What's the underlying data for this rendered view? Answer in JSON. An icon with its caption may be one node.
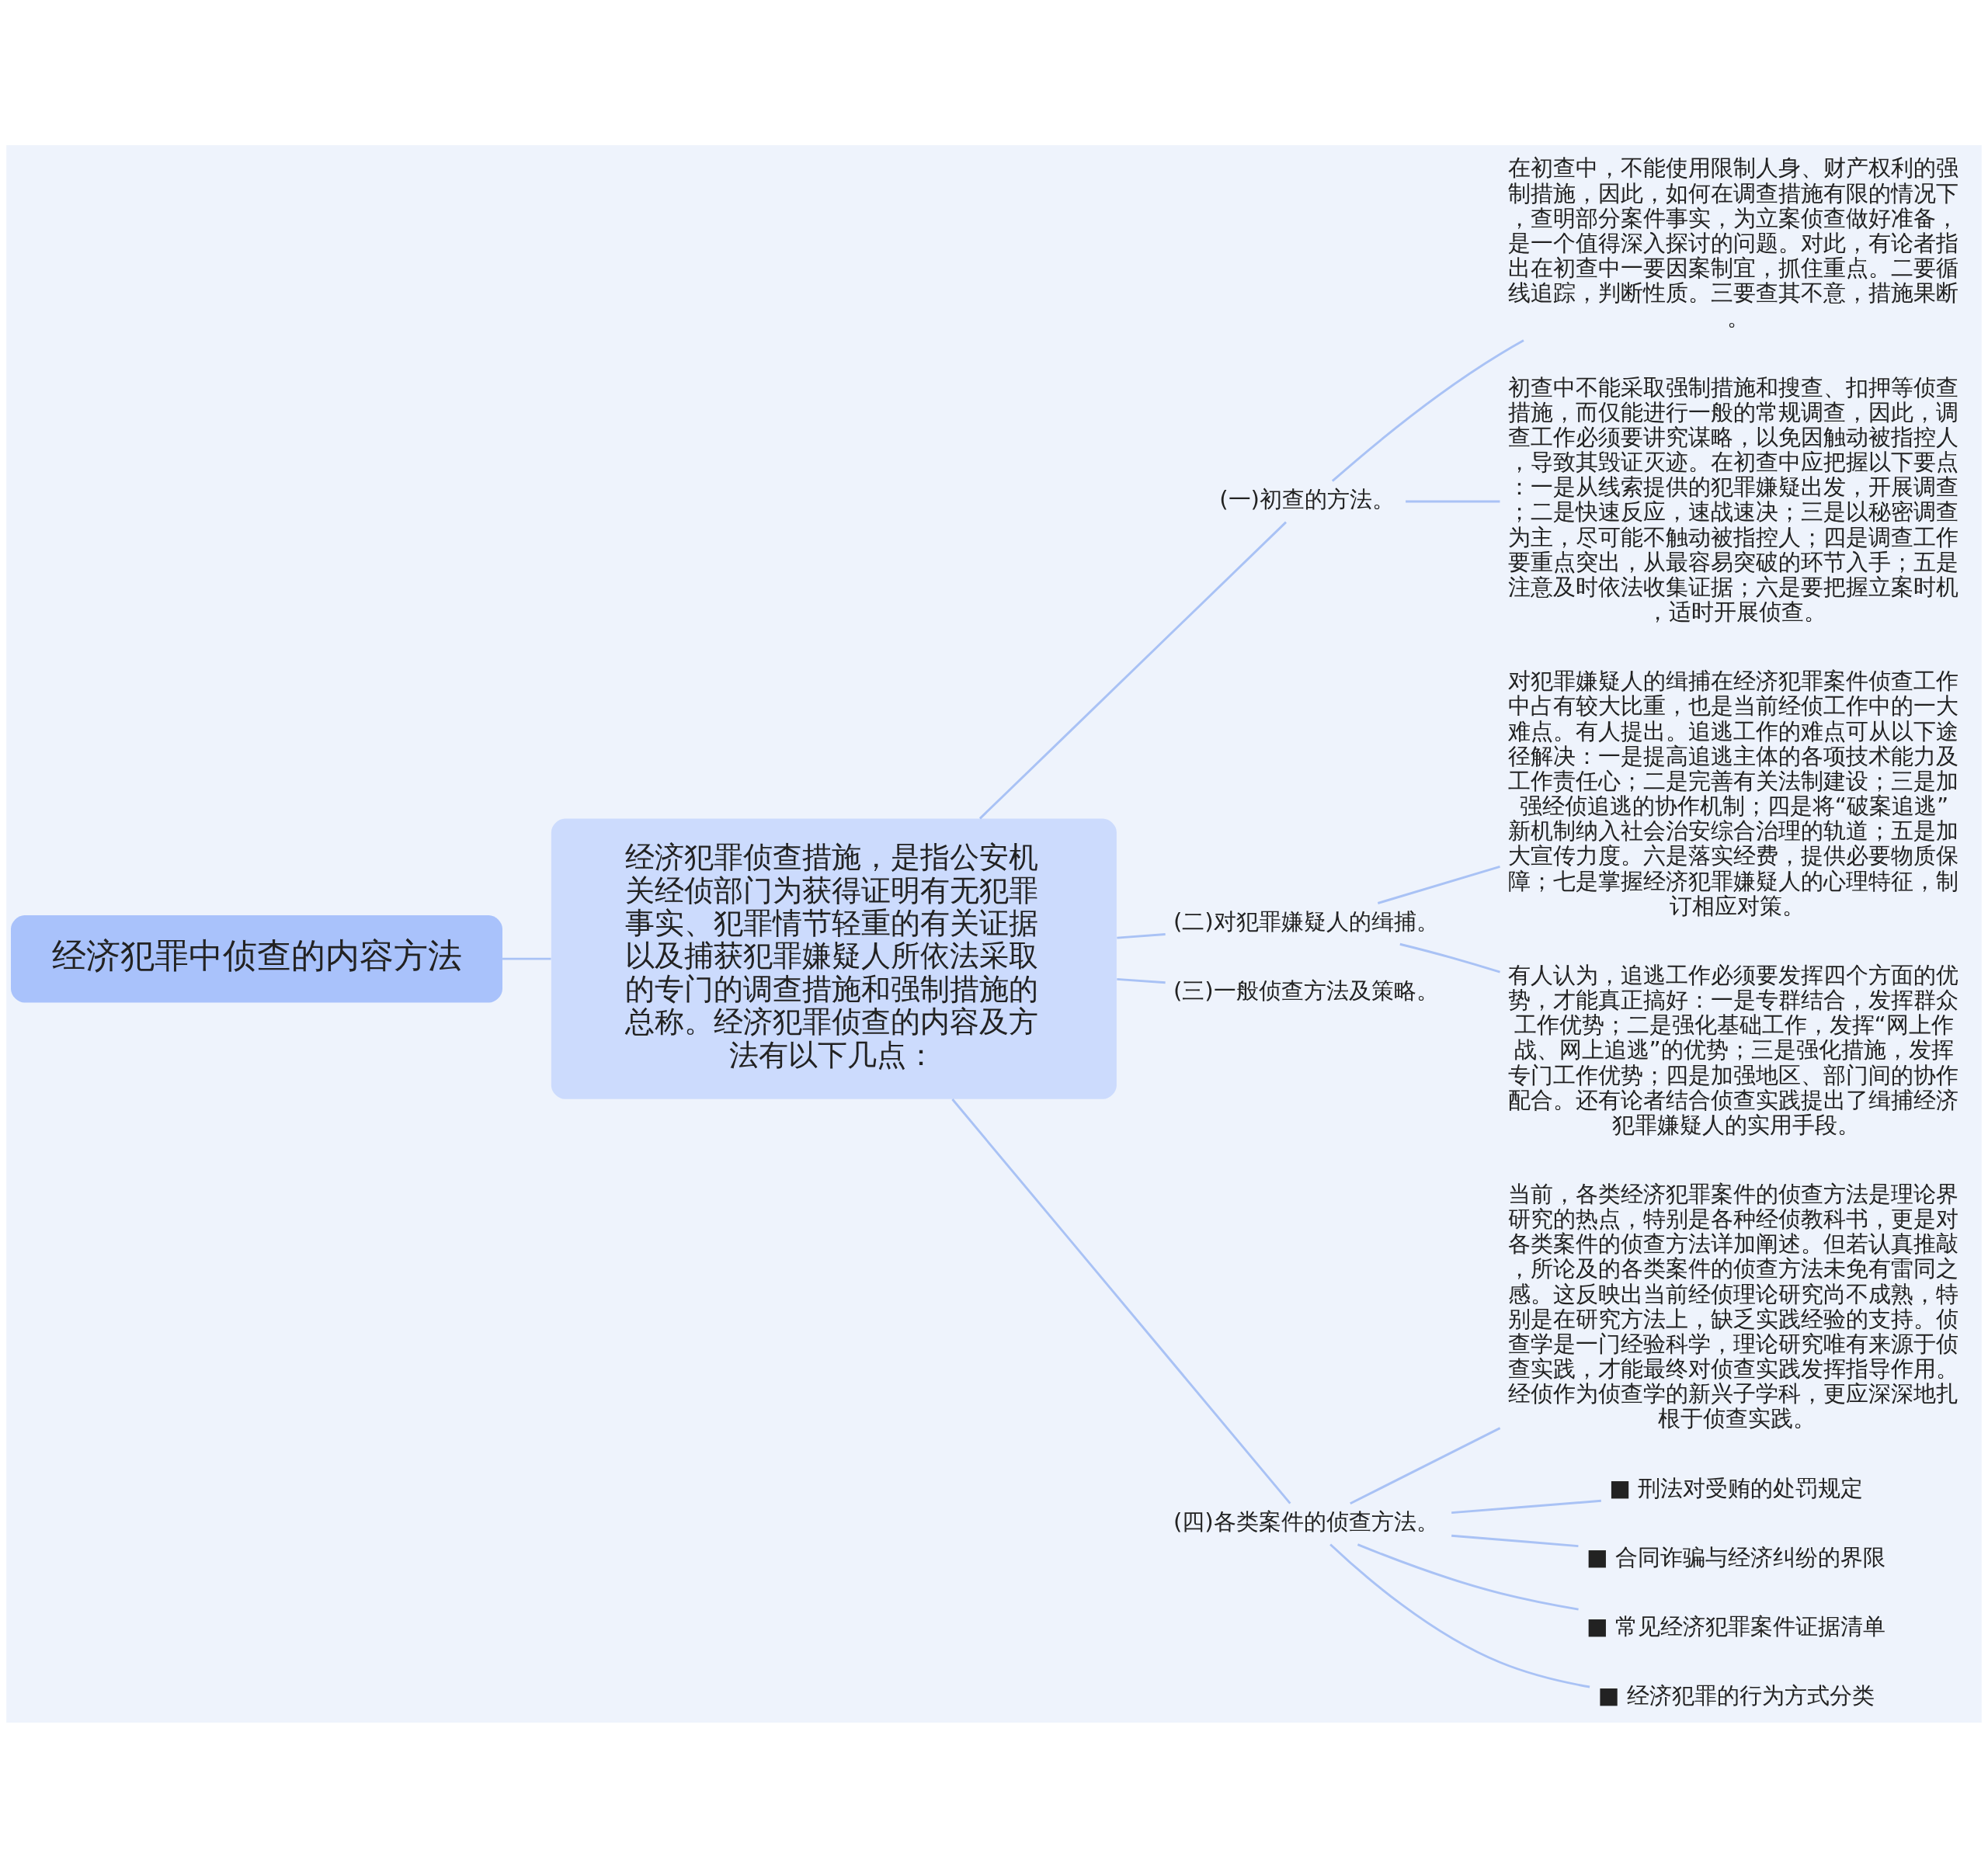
{
  "diagram": {
    "nodes": [
      {
        "text": [
          "经济犯罪中侦查的内容方法"
        ]
      },
      {
        "text": [
          "经济犯罪侦查措施，是指公安机关经侦部门为获得证明有无犯罪事实、犯罪情节轻重的有关证据以及捕获犯罪嫌疑人所依法采取的专门的调查措施和强制措施的总称。经济犯罪侦查的内容及方法有以下几点："
        ]
      },
      {
        "text": [
          "(一)初查的方法。"
        ]
      },
      {
        "text": [
          "在初查中，不能使用限制人身、财产权利的强制措施，因此，如何在调查措施有限的情况下，查明部分案件事实，为立案侦查做好准备，是一个值得深入探讨的问题。对此，有论者指出在初查中一要因案制宜，抓住重点。二要循线追踪，判断性质。三要查其不意，措施果断。"
        ]
      },
      {
        "text": [
          "初查中不能采取强制措施和搜查、扣押等侦查措施，而仅能进行一般的常规调查，因此，调查工作必须要讲究谋略，以免因触动被指控人，导致其毁证灭迹。在初查中应把握以下要点：一是从线索提供的犯罪嫌疑出发，开展调查；二是快速反应，速战速决；三是以秘密调查为主，尽可能不触动被指控人；四是调查工作要重点突出，从最容易突破的环节入手；五是注意及时依法收集证据；六是要把握立案时机，适时开展侦查。"
        ]
      },
      {
        "text": [
          "(二)对犯罪嫌疑人的缉捕。"
        ]
      },
      {
        "text": [
          "对犯罪嫌疑人的缉捕在经济犯罪案件侦查工作中占有较大比重，也是当前经侦工作中的一大难点。有人提出。追逃工作的难点可从以下途径解决：一是提高追逃主体的各项技术能力及工作责任心；二是完善有关法制建设；三是加强经侦追逃的协作机制；四是将“破案追逃”新机制纳入社会治安综合治理的轨道；五是加大宣传力度。六是落实经费，提供必要物质保障；七是掌握经济犯罪嫌疑人的心理特征，制订相应对策。"
        ]
      },
      {
        "text": [
          "有人认为，追逃工作必须要发挥四个方面的优势，才能真正搞好：一是专群结合，发挥群众工作优势；二是强化基础工作，发挥“网上作战、网上追逃”的优势；三是强化措施，发挥专门工作优势；四是加强地区、部门间的协作配合。还有论者结合侦查实践提出了缉捕经济犯罪嫌疑人的实用手段。"
        ]
      },
      {
        "text": [
          "(三)一般侦查方法及策略。"
        ]
      },
      {
        "text": [
          "(四)各类案件的侦查方法。"
        ]
      },
      {
        "text": [
          "当前，各类经济犯罪案件的侦查方法是理论界研究的热点，特别是各种经侦教科书，更是对各类案件的侦查方法详加阐述。但若认真推敲，所论及的各类案件的侦查方法未免有雷同之感。这反映出当前经侦理论研究尚不成熟，特别是在研究方法上，缺乏实践经验的支持。侦查学是一门经验科学，理论研究唯有来源于侦查实践，才能最终对侦查实践发挥指导作用。经侦作为侦查学的新兴子学科，更应深深地扎根于侦查实践。"
        ]
      },
      {
        "text": [
          "■ 刑法对受贿的处罚规定"
        ]
      },
      {
        "text": [
          "■ 合同诈骗与经济纠纷的界限"
        ]
      },
      {
        "text": [
          "■ 常见经济犯罪案件证据清单"
        ]
      },
      {
        "text": [
          "■ 经济犯罪的行为方式分类"
        ]
      }
    ],
    "edges": [
      {
        "from": 0,
        "to": 1,
        "arrow": "none"
      },
      {
        "from": 1,
        "to": 2,
        "arrow": "none"
      },
      {
        "from": 2,
        "to": 3,
        "arrow": "none"
      },
      {
        "from": 2,
        "to": 4,
        "arrow": "none"
      },
      {
        "from": 1,
        "to": 5,
        "arrow": "none"
      },
      {
        "from": 5,
        "to": 6,
        "arrow": "none"
      },
      {
        "from": 5,
        "to": 7,
        "arrow": "none"
      },
      {
        "from": 1,
        "to": 8,
        "arrow": "none"
      },
      {
        "from": 1,
        "to": 9,
        "arrow": "none"
      },
      {
        "from": 9,
        "to": 10,
        "arrow": "none"
      },
      {
        "from": 9,
        "to": 11,
        "arrow": "none"
      },
      {
        "from": 9,
        "to": 12,
        "arrow": "none"
      },
      {
        "from": 9,
        "to": 13,
        "arrow": "none"
      },
      {
        "from": 9,
        "to": 14,
        "arrow": "none"
      }
    ]
  }
}
